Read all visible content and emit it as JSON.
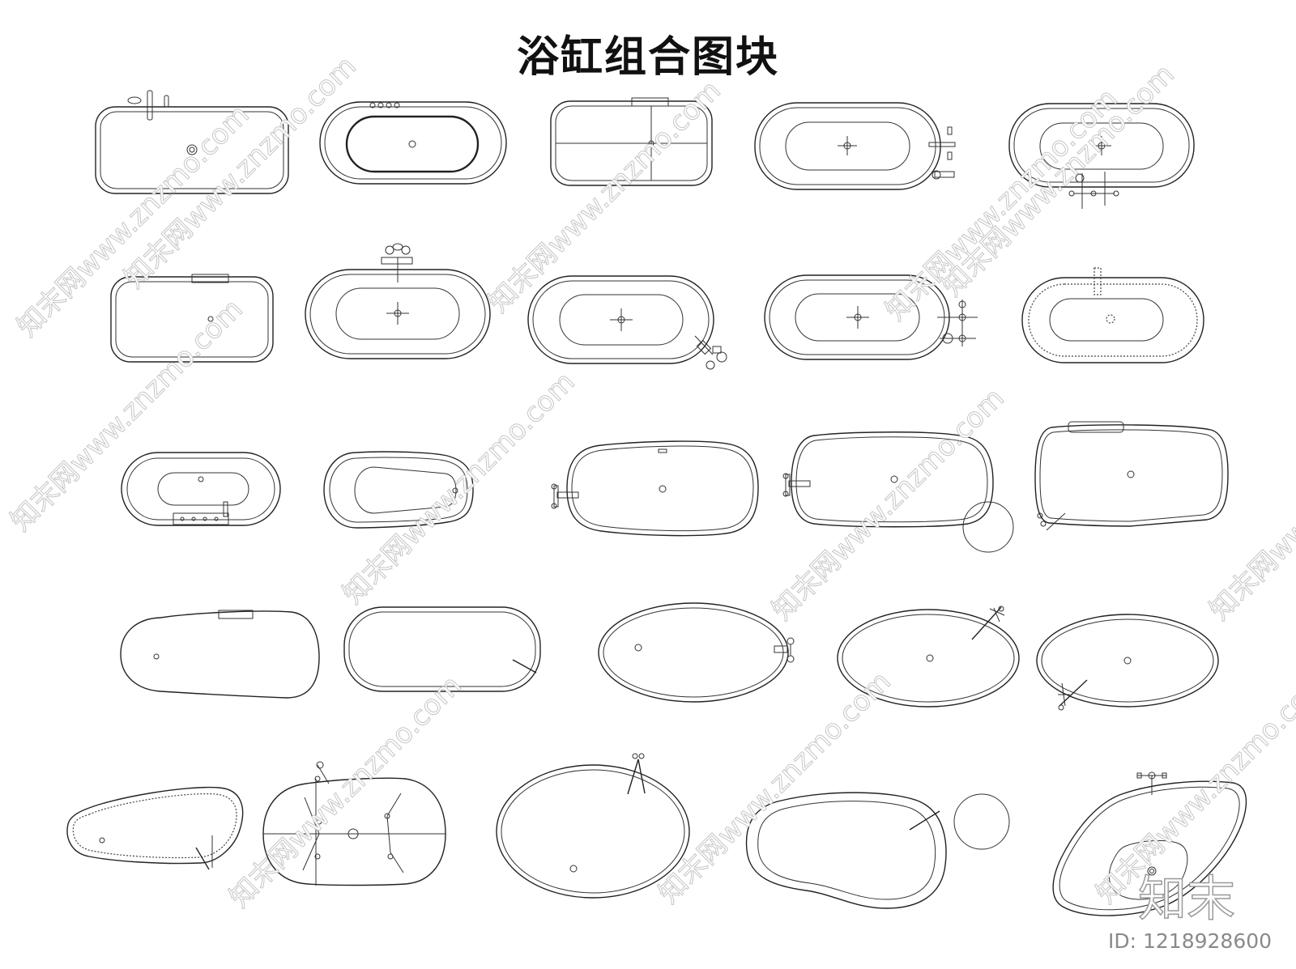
{
  "title": "浴缸组合图块",
  "watermark_text": "知末网www.znzmo.com",
  "brand_logo": "知末",
  "id_label": "ID: 1218928600"
}
